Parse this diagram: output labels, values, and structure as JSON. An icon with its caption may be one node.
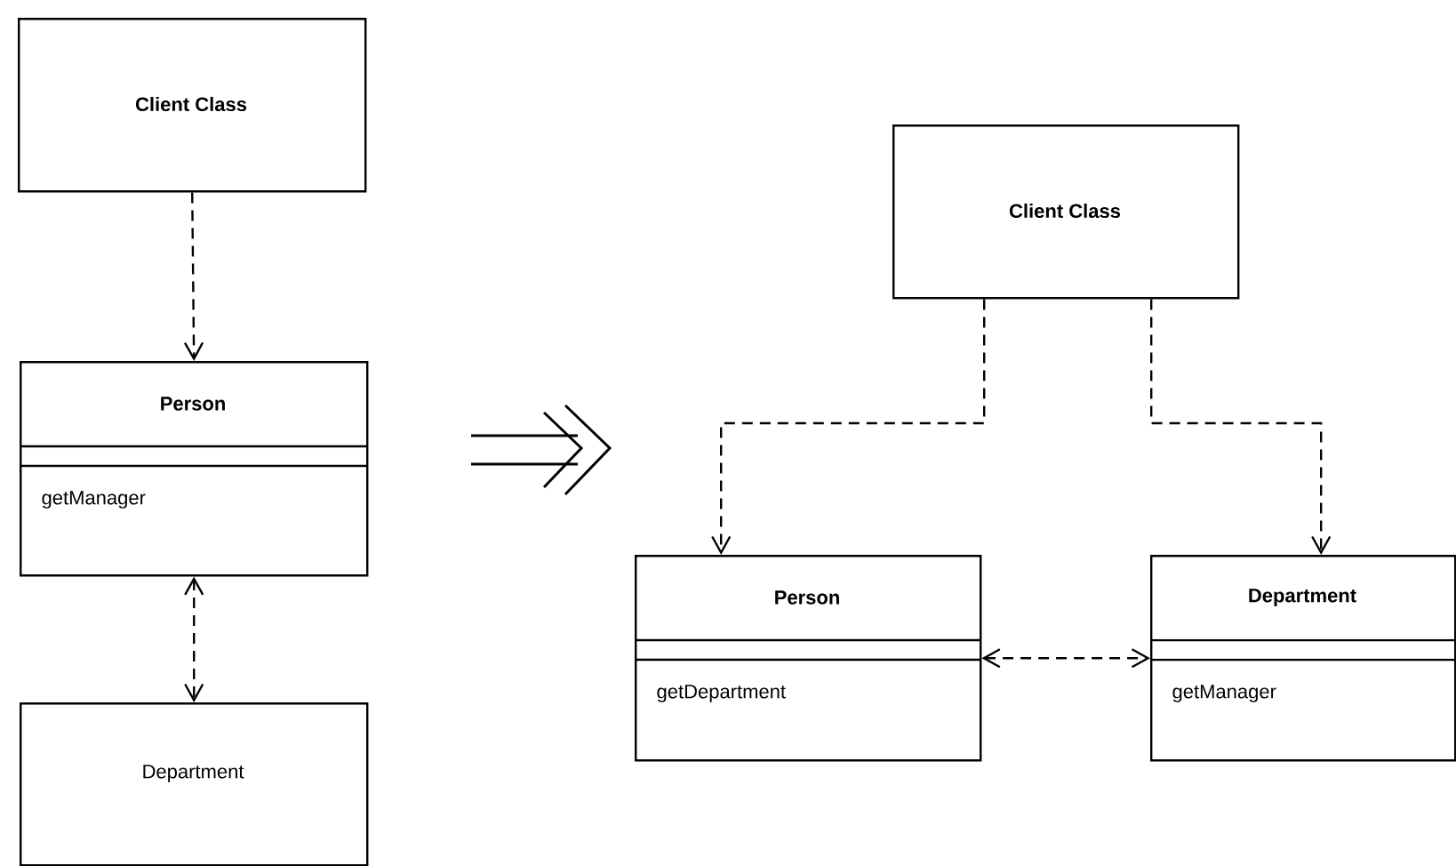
{
  "diagram": {
    "nodes": [
      {
        "text": [
          "Client Class"
        ]
      },
      {
        "text": [
          "Person",
          "getManager"
        ]
      },
      {
        "text": [
          "Department"
        ]
      },
      {
        "text": [
          "Client Class"
        ]
      },
      {
        "text": [
          "Person",
          "getDepartment"
        ]
      },
      {
        "text": [
          "Department",
          "getManager"
        ]
      }
    ],
    "edges": [
      {
        "from": 0,
        "to": 1,
        "arrow": "to",
        "style": "dashed"
      },
      {
        "from": 1,
        "to": 2,
        "arrow": "both",
        "style": "dashed"
      },
      {
        "from": 3,
        "to": 4,
        "arrow": "to",
        "style": "dashed"
      },
      {
        "from": 3,
        "to": 5,
        "arrow": "to",
        "style": "dashed"
      },
      {
        "from": 4,
        "to": 5,
        "arrow": "both",
        "style": "dashed"
      }
    ]
  }
}
